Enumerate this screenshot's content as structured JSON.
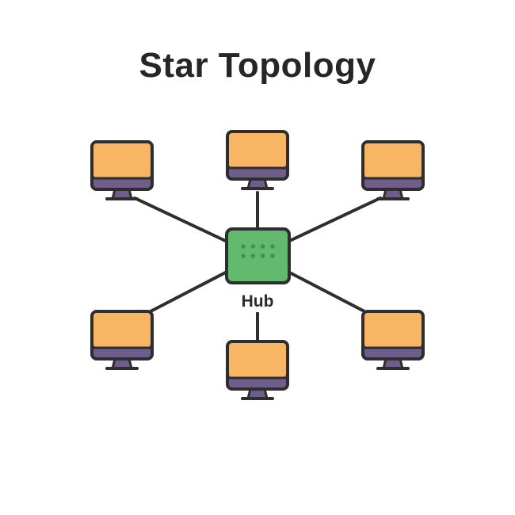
{
  "title": "Star Topology",
  "hub": {
    "label": "Hub",
    "color": "#63b96e",
    "dot_color": "#2e9a4c",
    "dots": 8
  },
  "colors": {
    "screen": "#f8b563",
    "bezel": "#6f5e8c",
    "outline": "#2e2e2e",
    "link": "#2e2e2e"
  },
  "nodes": [
    {
      "name": "computer-top-left"
    },
    {
      "name": "computer-top-center"
    },
    {
      "name": "computer-top-right"
    },
    {
      "name": "computer-bottom-left"
    },
    {
      "name": "computer-bottom-center"
    },
    {
      "name": "computer-bottom-right"
    }
  ]
}
